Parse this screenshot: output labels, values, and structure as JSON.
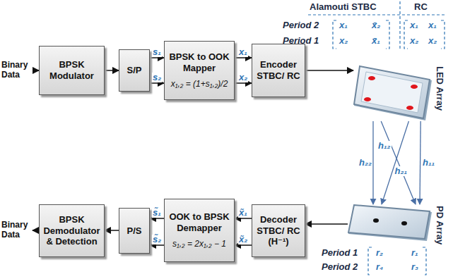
{
  "diagram": {
    "nodes": [
      {
        "text": [
          "BPSK Modulator"
        ]
      },
      {
        "text": [
          "S/P"
        ]
      },
      {
        "text": [
          "BPSK to OOK Mapper",
          "x₁,₂ = (1+s₁,₂)/2"
        ]
      },
      {
        "text": [
          "Encoder STBC/ RC"
        ]
      },
      {
        "text": [
          "LED Array"
        ]
      },
      {
        "text": [
          "PD Array"
        ]
      },
      {
        "text": [
          "Decoder STBC/ RC (H⁻¹)"
        ]
      },
      {
        "text": [
          "OOK to BPSK Demapper",
          "s₁,₂ = 2x₁,₂ − 1"
        ]
      },
      {
        "text": [
          "P/S"
        ]
      },
      {
        "text": [
          "BPSK Demodulator & Detection"
        ]
      }
    ],
    "edges": [
      {
        "from": 0,
        "to": 1,
        "arrow": "to"
      },
      {
        "from": 1,
        "to": 2,
        "arrow": "to",
        "label": "s₁"
      },
      {
        "from": 1,
        "to": 2,
        "arrow": "to",
        "label": "s₂"
      },
      {
        "from": 2,
        "to": 3,
        "arrow": "to",
        "label": "x₁"
      },
      {
        "from": 2,
        "to": 3,
        "arrow": "to",
        "label": "x₂"
      },
      {
        "from": 3,
        "to": 4,
        "arrow": "to"
      },
      {
        "from": 4,
        "to": 5,
        "arrow": "to",
        "label": "h₂₂"
      },
      {
        "from": 4,
        "to": 5,
        "arrow": "to",
        "label": "h₁₂"
      },
      {
        "from": 4,
        "to": 5,
        "arrow": "to",
        "label": "h₂₁"
      },
      {
        "from": 4,
        "to": 5,
        "arrow": "to",
        "label": "h₁₁"
      },
      {
        "from": 5,
        "to": 6,
        "arrow": "to"
      },
      {
        "from": 6,
        "to": 7,
        "arrow": "to",
        "label": "x̃₁"
      },
      {
        "from": 6,
        "to": 7,
        "arrow": "to",
        "label": "x̃₂"
      },
      {
        "from": 7,
        "to": 8,
        "arrow": "to",
        "label": "s̃₁"
      },
      {
        "from": 7,
        "to": 8,
        "arrow": "to",
        "label": "s̃₂"
      },
      {
        "from": 8,
        "to": 9,
        "arrow": "to"
      }
    ],
    "labels": [
      "Binary Data",
      "Alamouti STBC",
      "RC",
      "Period 2",
      "Period 1",
      "x₁",
      "x̄₂",
      "x₂",
      "x̄₁",
      "x₁",
      "x₁",
      "x₂",
      "x₂",
      "Period 1",
      "Period 2",
      "r₂",
      "r₁",
      "r₄",
      "r₃",
      "Binary Data"
    ]
  }
}
